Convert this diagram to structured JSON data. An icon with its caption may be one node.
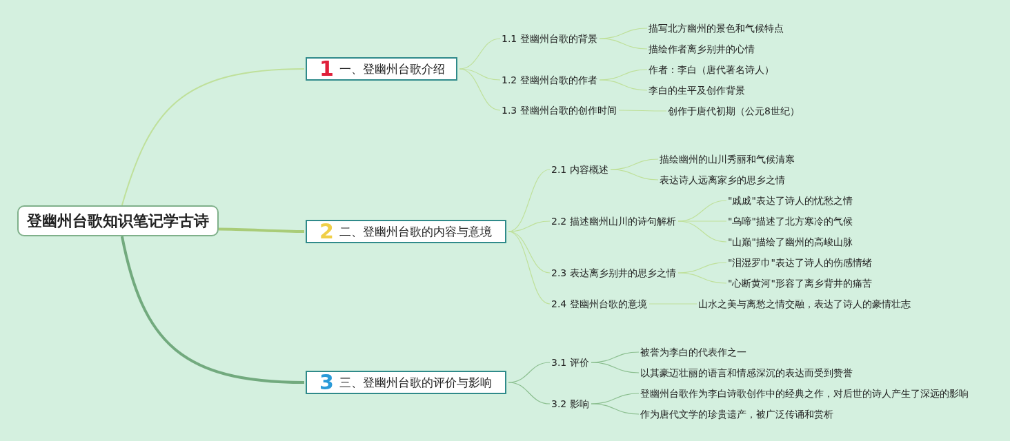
{
  "diagram": {
    "nodes": [
      {
        "text": [
          "登幽州台歌知识笔记学古诗"
        ]
      },
      {
        "text": [
          "1",
          "一、登幽州台歌介绍"
        ]
      },
      {
        "text": [
          "1.1 登幽州台歌的背景"
        ]
      },
      {
        "text": [
          "描写北方幽州的景色和气候特点"
        ]
      },
      {
        "text": [
          "描绘作者离乡别井的心情"
        ]
      },
      {
        "text": [
          "1.2 登幽州台歌的作者"
        ]
      },
      {
        "text": [
          "作者：李白（唐代著名诗人）"
        ]
      },
      {
        "text": [
          "李白的生平及创作背景"
        ]
      },
      {
        "text": [
          "1.3 登幽州台歌的创作时间"
        ]
      },
      {
        "text": [
          "创作于唐代初期（公元8世纪）"
        ]
      },
      {
        "text": [
          "2",
          "二、登幽州台歌的内容与意境"
        ]
      },
      {
        "text": [
          "2.1 内容概述"
        ]
      },
      {
        "text": [
          "描绘幽州的山川秀丽和气候清寒"
        ]
      },
      {
        "text": [
          "表达诗人远离家乡的思乡之情"
        ]
      },
      {
        "text": [
          "2.2 描述幽州山川的诗句解析"
        ]
      },
      {
        "text": [
          "\"戚戚\"表达了诗人的忧愁之情"
        ]
      },
      {
        "text": [
          "\"乌啼\"描述了北方寒冷的气候"
        ]
      },
      {
        "text": [
          "\"山巅\"描绘了幽州的高峻山脉"
        ]
      },
      {
        "text": [
          "2.3 表达离乡别井的思乡之情"
        ]
      },
      {
        "text": [
          "\"泪湿罗巾\"表达了诗人的伤感情绪"
        ]
      },
      {
        "text": [
          "\"心断黄河\"形容了离乡背井的痛苦"
        ]
      },
      {
        "text": [
          "2.4 登幽州台歌的意境"
        ]
      },
      {
        "text": [
          "山水之美与离愁之情交融，表达了诗人的豪情壮志"
        ]
      },
      {
        "text": [
          "3",
          "三、登幽州台歌的评价与影响"
        ]
      },
      {
        "text": [
          "3.1 评价"
        ]
      },
      {
        "text": [
          "被誉为李白的代表作之一"
        ]
      },
      {
        "text": [
          "以其豪迈壮丽的语言和情感深沉的表达而受到赞誉"
        ]
      },
      {
        "text": [
          "3.2 影响"
        ]
      },
      {
        "text": [
          "登幽州台歌作为李白诗歌创作中的经典之作，对后世的诗人产生了深远的影响"
        ]
      },
      {
        "text": [
          "作为唐代文学的珍贵遗产，被广泛传诵和赏析"
        ]
      }
    ],
    "edges": [
      {
        "from": 0,
        "to": 1,
        "arrow": "none"
      },
      {
        "from": 0,
        "to": 10,
        "arrow": "none",
        "style": "thick",
        "color": "#a9cc78"
      },
      {
        "from": 0,
        "to": 23,
        "arrow": "none",
        "style": "thick",
        "color": "#72aa7e"
      },
      {
        "from": 1,
        "to": 2,
        "arrow": "none"
      },
      {
        "from": 2,
        "to": 3,
        "arrow": "none"
      },
      {
        "from": 2,
        "to": 4,
        "arrow": "none"
      },
      {
        "from": 1,
        "to": 5,
        "arrow": "none"
      },
      {
        "from": 5,
        "to": 6,
        "arrow": "none"
      },
      {
        "from": 5,
        "to": 7,
        "arrow": "none"
      },
      {
        "from": 1,
        "to": 8,
        "arrow": "none"
      },
      {
        "from": 8,
        "to": 9,
        "arrow": "none"
      },
      {
        "from": 10,
        "to": 11,
        "arrow": "none"
      },
      {
        "from": 11,
        "to": 12,
        "arrow": "none"
      },
      {
        "from": 11,
        "to": 13,
        "arrow": "none"
      },
      {
        "from": 10,
        "to": 14,
        "arrow": "none"
      },
      {
        "from": 14,
        "to": 15,
        "arrow": "none"
      },
      {
        "from": 14,
        "to": 16,
        "arrow": "none"
      },
      {
        "from": 14,
        "to": 17,
        "arrow": "none"
      },
      {
        "from": 10,
        "to": 18,
        "arrow": "none"
      },
      {
        "from": 18,
        "to": 19,
        "arrow": "none"
      },
      {
        "from": 18,
        "to": 20,
        "arrow": "none"
      },
      {
        "from": 10,
        "to": 21,
        "arrow": "none"
      },
      {
        "from": 21,
        "to": 22,
        "arrow": "none"
      },
      {
        "from": 23,
        "to": 24,
        "arrow": "none",
        "color": "#8cbf90"
      },
      {
        "from": 24,
        "to": 25,
        "arrow": "none",
        "color": "#8cbf90"
      },
      {
        "from": 24,
        "to": 26,
        "arrow": "none",
        "color": "#8cbf90"
      },
      {
        "from": 23,
        "to": 27,
        "arrow": "none",
        "color": "#8cbf90"
      },
      {
        "from": 27,
        "to": 28,
        "arrow": "none",
        "color": "#8cbf90"
      },
      {
        "from": 27,
        "to": 29,
        "arrow": "none",
        "color": "#8cbf90"
      }
    ]
  }
}
